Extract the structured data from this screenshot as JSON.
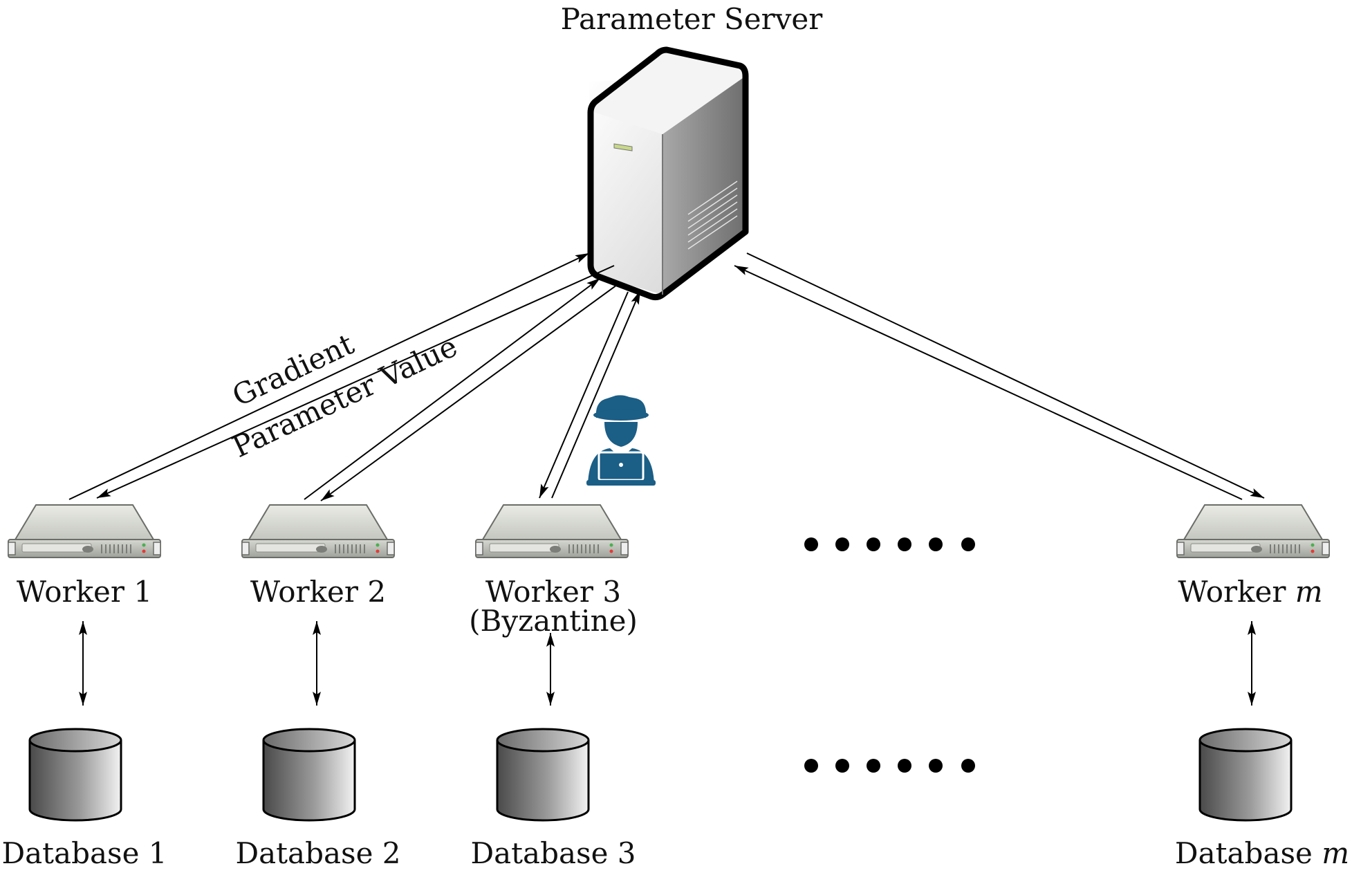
{
  "server": {
    "label": "Parameter Server"
  },
  "edge_labels": {
    "gradient": "Gradient",
    "parameter_value": "Parameter Value"
  },
  "workers": [
    {
      "label": "Worker 1"
    },
    {
      "label": "Worker 2"
    },
    {
      "label": "Worker 3",
      "sublabel": "(Byzantine)"
    },
    {
      "label": "Worker ",
      "var": "m"
    }
  ],
  "databases": [
    {
      "label": "Database 1"
    },
    {
      "label": "Database 2"
    },
    {
      "label": "Database 3"
    },
    {
      "label": "Database ",
      "var": "m"
    }
  ],
  "icons": {
    "server": "tower-server-icon",
    "worker": "rack-server-icon",
    "database": "database-cylinder-icon",
    "attacker": "hacker-laptop-icon"
  },
  "colors": {
    "attacker": "#1b5e86",
    "stroke": "#000000"
  }
}
